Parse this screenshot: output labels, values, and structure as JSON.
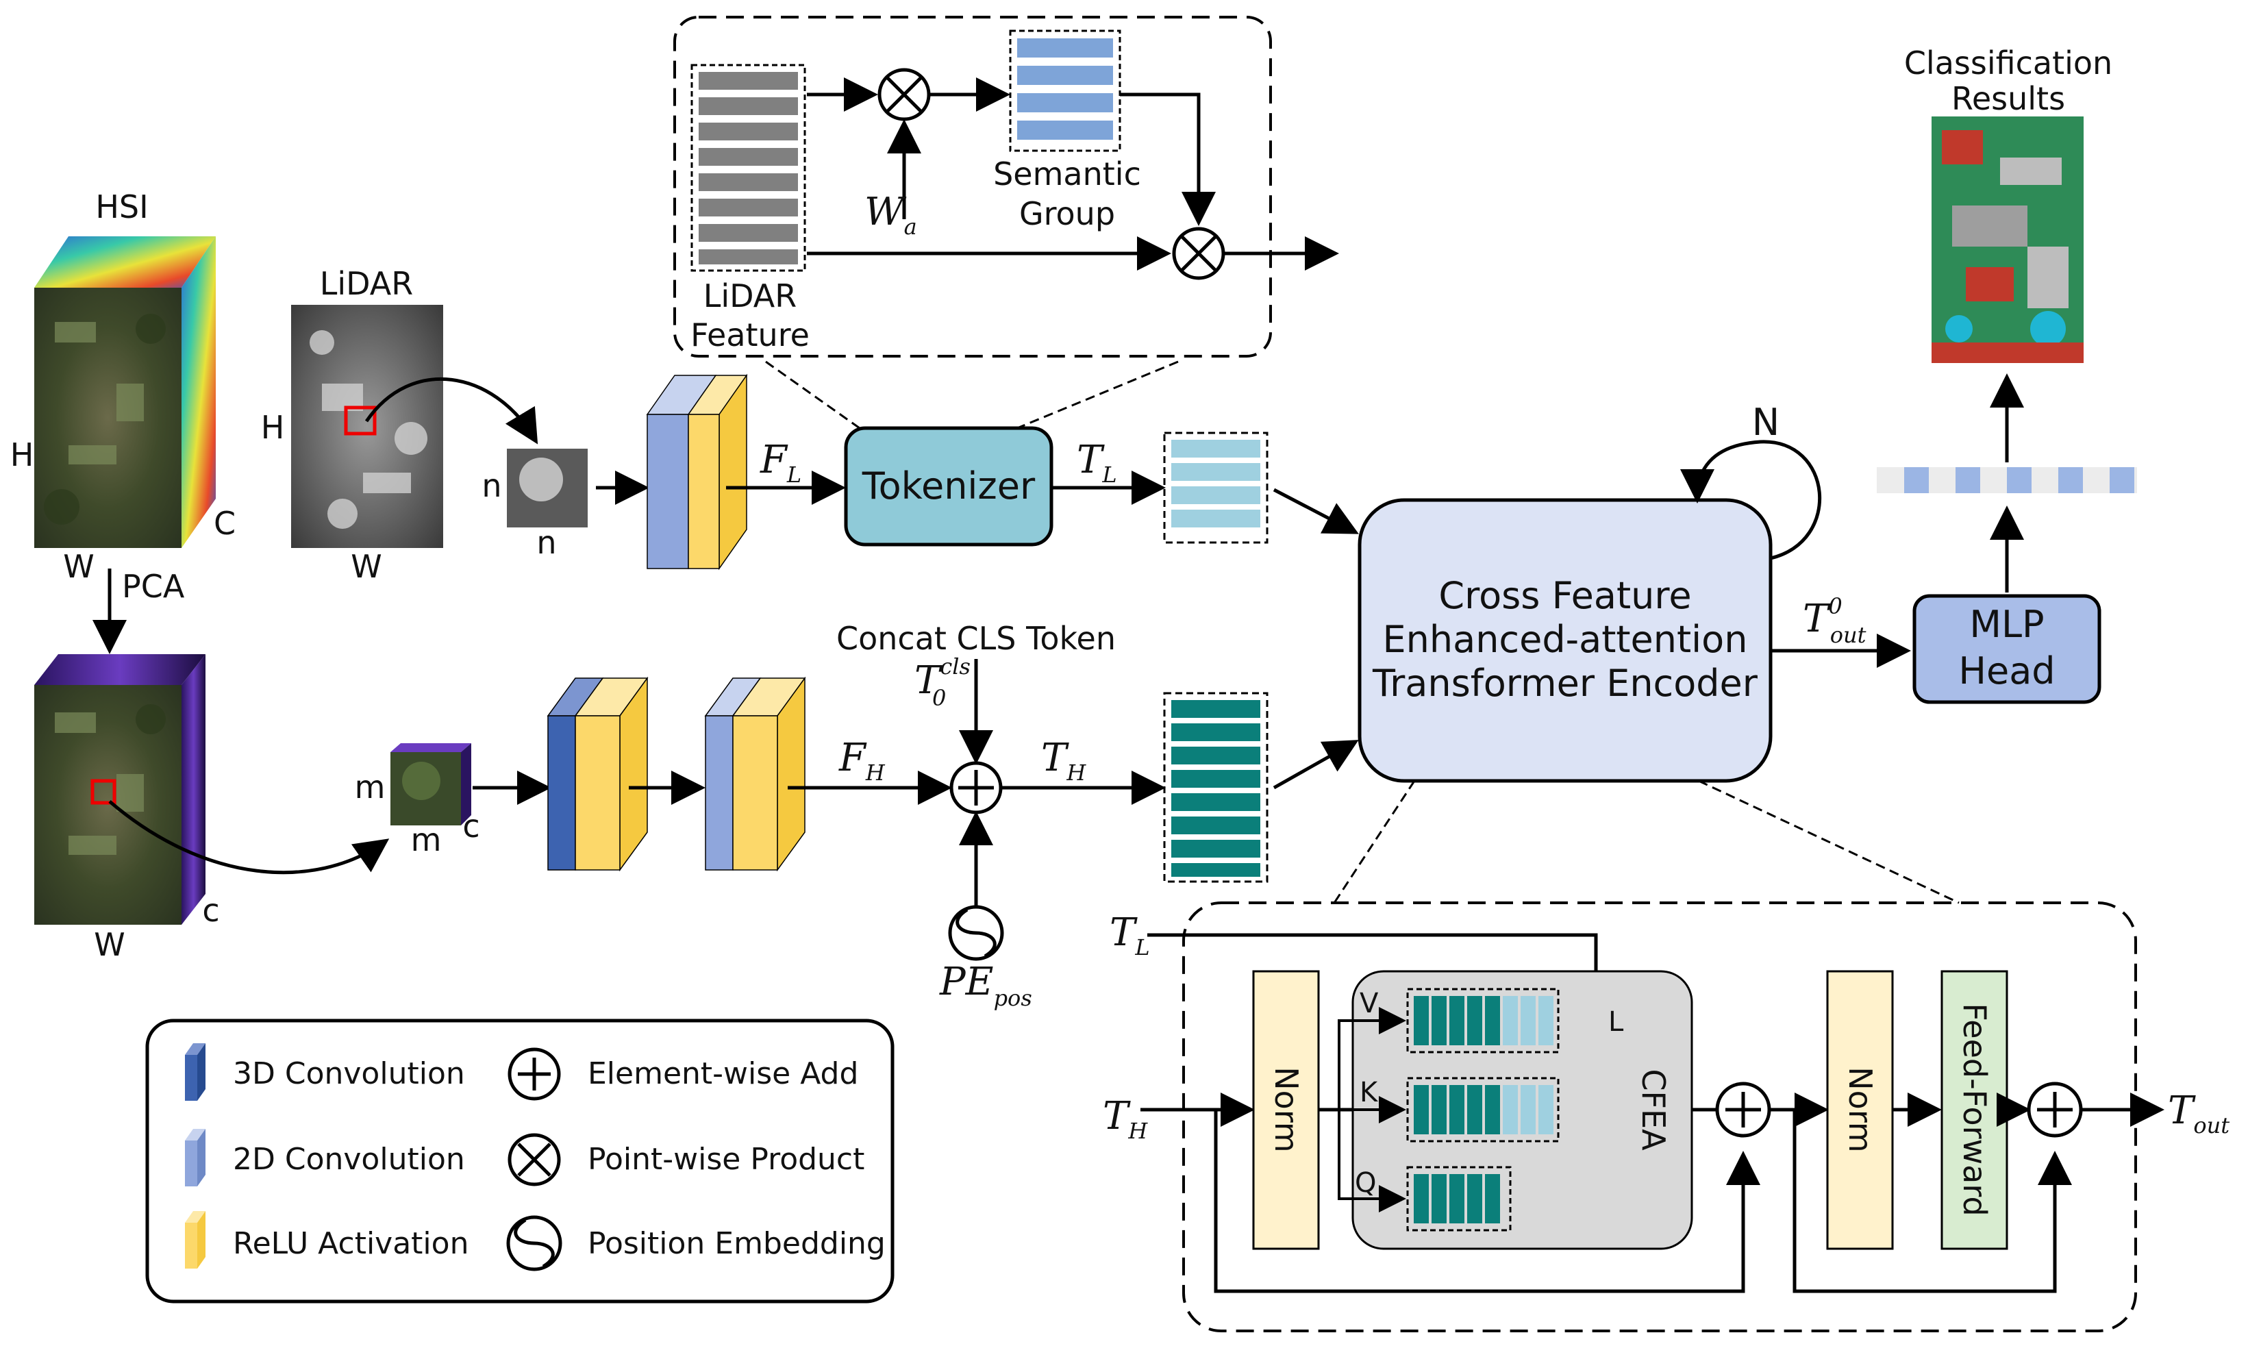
{
  "inputs": {
    "hsi_label": "HSI",
    "lidar_label": "LiDAR",
    "dim_H": "H",
    "dim_W": "W",
    "dim_C": "C",
    "dim_c": "c",
    "dim_n": "n",
    "dim_m": "m",
    "pca_label": "PCA"
  },
  "tokenizer_detail": {
    "lidar_feature": "LiDAR Feature",
    "semantic_group": "Semantic Group",
    "wa": "W",
    "wa_sub": "a"
  },
  "flow": {
    "FL": "F",
    "FL_sub": "L",
    "TL": "T",
    "TL_sub": "L",
    "FH": "F",
    "FH_sub": "H",
    "TH": "T",
    "TH_sub": "H",
    "tokenizer": "Tokenizer",
    "concat_cls": "Concat CLS Token",
    "T0": "T",
    "T0_sub": "0",
    "T0_sup": "cls",
    "PE": "PE",
    "PE_sub": "pos",
    "N": "N",
    "encoder": [
      "Cross Feature",
      "Enhanced-attention",
      "Transformer Encoder"
    ],
    "Tout0": "T",
    "Tout0_sub": "out",
    "Tout0_sup": "0",
    "mlp": [
      "MLP",
      "Head"
    ],
    "results": [
      "Classification",
      "Results"
    ]
  },
  "encoder_detail": {
    "TL": "T",
    "TL_sub": "L",
    "TH": "T",
    "TH_sub": "H",
    "norm": "Norm",
    "v": "V",
    "k": "K",
    "q": "Q",
    "l": "L",
    "cfea": "CFEA",
    "ff": "Feed-Forward",
    "Tout": "T",
    "Tout_sub": "out"
  },
  "legend": {
    "conv3d": "3D Convolution",
    "conv2d": "2D Convolution",
    "relu": "ReLU Activation",
    "add": "Element-wise Add",
    "prod": "Point-wise Product",
    "pos": "Position Embedding"
  },
  "colors": {
    "conv3d": "#3d63b0",
    "conv2d": "#8fa6dc",
    "relu": "#fcd86a",
    "tokenizer": "#8fcad8",
    "encoder": "#dce3f5",
    "mlp": "#a9bde8",
    "norm": "#fff2cc",
    "ff": "#d8ecd0",
    "cfea": "#d9d9d9",
    "teal": "#0b7f7a",
    "light_teal": "#9fd0e0",
    "grey_token": "#808080",
    "blue_token": "#7ea4d8"
  }
}
